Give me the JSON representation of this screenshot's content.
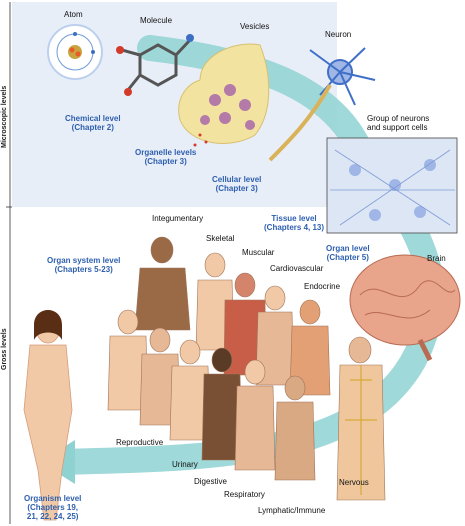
{
  "side_labels": {
    "microscopic": "Microscopic levels",
    "gross": "Gross levels"
  },
  "labels": {
    "atom": "Atom",
    "molecule": "Molecule",
    "vesicles": "Vesicles",
    "neuron": "Neuron",
    "group_neurons": [
      "Group of neurons",
      "and support cells"
    ],
    "integumentary": "Integumentary",
    "skeletal": "Skeletal",
    "muscular": "Muscular",
    "cardiovascular": "Cardiovascular",
    "endocrine": "Endocrine",
    "brain": "Brain",
    "reproductive": "Reproductive",
    "urinary": "Urinary",
    "digestive": "Digestive",
    "respiratory": "Respiratory",
    "lymphatic": "Lymphatic/Immune",
    "nervous": "Nervous"
  },
  "levels": {
    "chemical": [
      "Chemical level",
      "(Chapter 2)"
    ],
    "organelle": [
      "Organelle levels",
      "(Chapter 3)"
    ],
    "cellular": [
      "Cellular level",
      "(Chapter 3)"
    ],
    "tissue": [
      "Tissue level",
      "(Chapters 4, 13)"
    ],
    "organ": [
      "Organ level",
      "(Chapter 5)"
    ],
    "organ_system": [
      "Organ system level",
      "(Chapters 5-23)"
    ],
    "organism": [
      "Organism level",
      "(Chapters 19,",
      "21, 22, 24, 25)"
    ]
  },
  "colors": {
    "panel": "#e8eef8",
    "arrow": "#8fd2d2",
    "level_text": "#2e5fae",
    "skin_light": "#f2c9a6",
    "skin_dark": "#9a6a46",
    "brain": "#e8a58c"
  }
}
